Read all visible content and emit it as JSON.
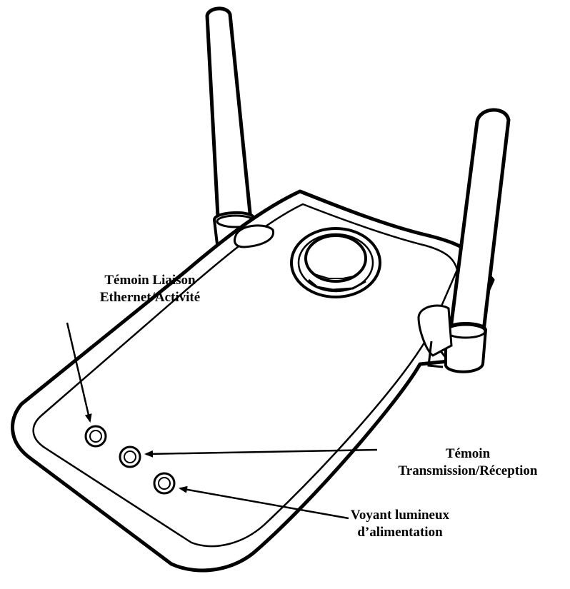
{
  "colors": {
    "line": "#000000",
    "fill": "#ffffff"
  },
  "labels": {
    "link_activity": {
      "line1": "Témoin Liaison",
      "line2": "Ethernet/Activité"
    },
    "tx_rx": {
      "line1": "Témoin",
      "line2": "Transmission/Réception"
    },
    "power": {
      "line1": "Voyant lumineux",
      "line2": "d’alimentation"
    }
  }
}
